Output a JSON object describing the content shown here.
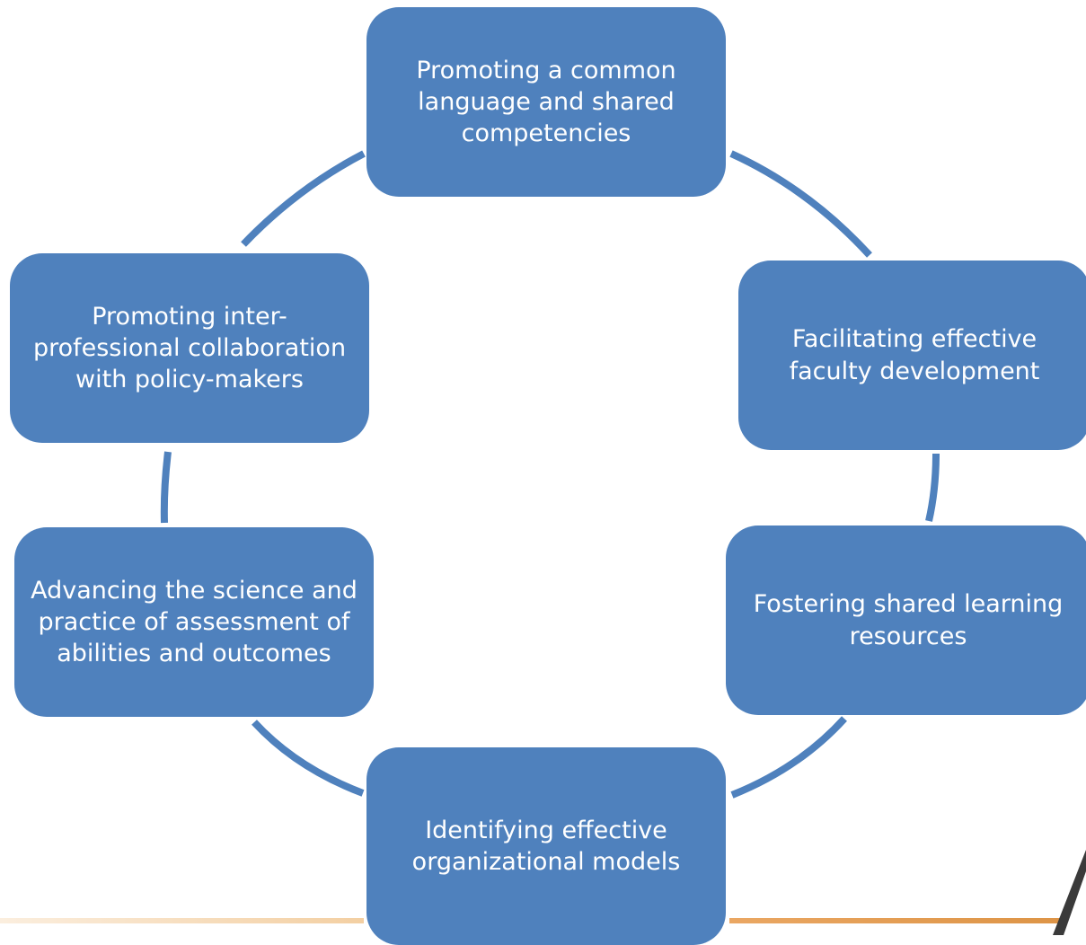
{
  "colors": {
    "node_fill": "#4f81bd",
    "connector": "#4f81bd",
    "text": "#ffffff",
    "rule_light": "#f7dcb8",
    "rule_dark": "#e49b4f",
    "corner_mark": "#3a3a3a"
  },
  "diagram": {
    "type": "cycle",
    "nodes": [
      {
        "id": "top",
        "label": "Promoting a common language and shared competencies"
      },
      {
        "id": "right-upper",
        "label": "Facilitating effective faculty development"
      },
      {
        "id": "right-lower",
        "label": "Fostering shared learning resources"
      },
      {
        "id": "bottom",
        "label": "Identifying effective organizational models"
      },
      {
        "id": "left-lower",
        "label": "Advancing the science and practice of assessment of abilities and outcomes"
      },
      {
        "id": "left-upper",
        "label": "Promoting inter-professional collaboration with policy-makers"
      }
    ]
  }
}
